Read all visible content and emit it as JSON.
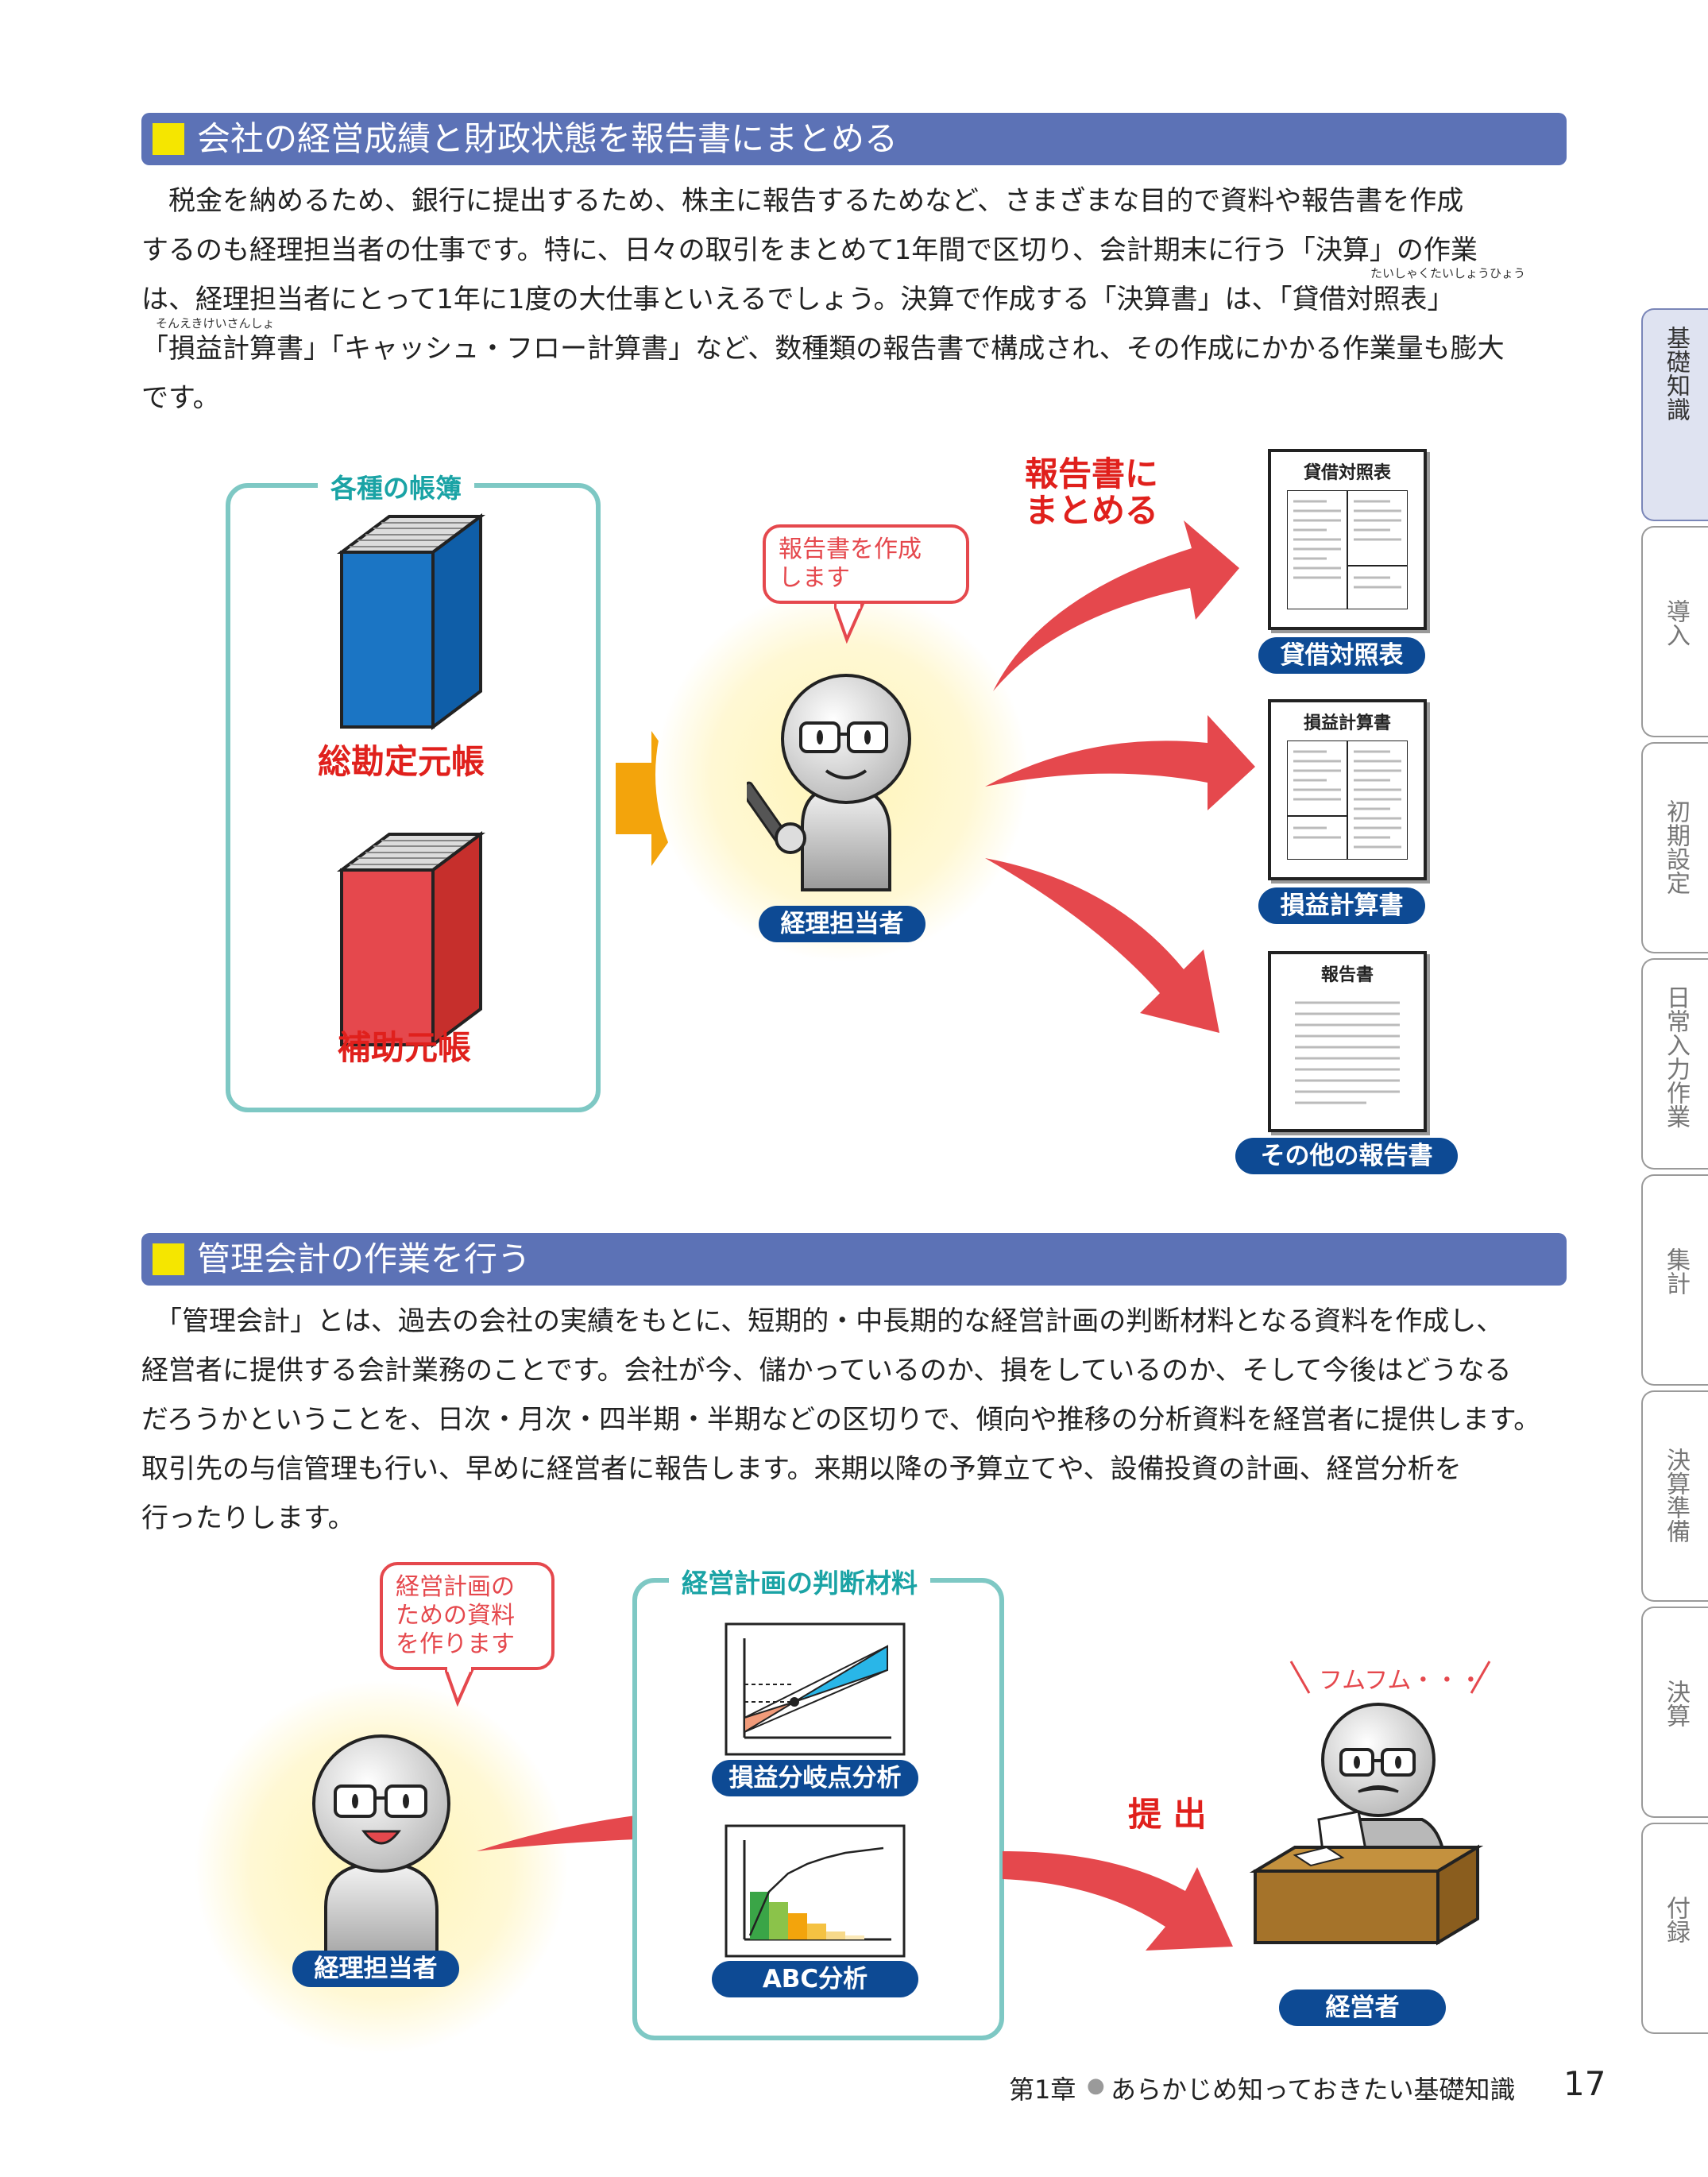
{
  "section1": {
    "heading": "会社の経営成績と財政状態を報告書にまとめる",
    "lines": [
      "　税金を納めるため、銀行に提出するため、株主に報告するためなど、さまざまな目的で資料や報告書を作成",
      "するのも経理担当者の仕事です。特に、日々の取引をまとめて1年間で区切り、会計期末に行う「決算」の作業",
      "は、経理担当者にとって1年に1度の大仕事といえるでしょう。決算で作成する「決算書」は、「貸借対照表」",
      "「損益計算書」「キャッシュ・フロー計算書」など、数種類の報告書で構成され、その作成にかかる作業量も膨大",
      "です。"
    ],
    "ruby_taishaku": "たいしゃくたいしょうひょう",
    "ruby_soneki": "そんえきけいさんしょ"
  },
  "diagram1": {
    "books_title": "各種の帳簿",
    "book1_label": "総勘定元帳",
    "book2_label": "補助元帳",
    "bubble": "報告書を作成\nします",
    "person_label": "経理担当者",
    "arrow_label": "報告書に\nまとめる",
    "docs": [
      {
        "title": "貸借対照表",
        "label": "貸借対照表"
      },
      {
        "title": "損益計算書",
        "label": "損益計算書"
      },
      {
        "title": "報告書",
        "label": "その他の報告書"
      }
    ]
  },
  "section2": {
    "heading": "管理会計の作業を行う",
    "lines": [
      "　「管理会計」とは、過去の会社の実績をもとに、短期的・中長期的な経営計画の判断材料となる資料を作成し、",
      "経営者に提供する会計業務のことです。会社が今、儲かっているのか、損をしているのか、そして今後はどうなる",
      "だろうかということを、日次・月次・四半期・半期などの区切りで、傾向や推移の分析資料を経営者に提供します。",
      "取引先の与信管理も行い、早めに経営者に報告します。来期以降の予算立てや、設備投資の計画、経営分析を",
      "行ったりします。"
    ]
  },
  "diagram2": {
    "bubble": "経営計画の\nための資料\nを作ります",
    "person_label": "経理担当者",
    "box_title": "経営計画の判断材料",
    "chart1_label": "損益分岐点分析",
    "chart2_label": "ABC分析",
    "submit_label": "提 出",
    "manager_voice": "フムフム・・・",
    "manager_label": "経営者"
  },
  "tabs": [
    "基礎知識",
    "導入",
    "初期設定",
    "日常入力作業",
    "集計",
    "決算準備",
    "決算",
    "付録"
  ],
  "footer": {
    "chapter": "第1章",
    "bullet": "●",
    "title": "あらかじめ知っておきたい基礎知識",
    "page": "17"
  },
  "colors": {
    "header_bg": "#5c72b6",
    "header_square": "#f5e600",
    "teal": "#1aa3a5",
    "red_text": "#e0201c",
    "navy_label": "#0d4a94",
    "arrow_red": "#e5484d",
    "arrow_orange": "#f3a40c"
  }
}
